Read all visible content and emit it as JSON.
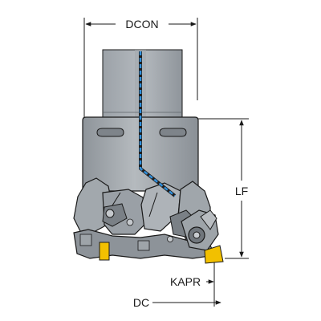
{
  "diagram": {
    "labels": {
      "dcon": "DCON",
      "lf": "LF",
      "kapr": "KAPR",
      "dc": "DC"
    },
    "colors": {
      "body_gray": "#a9aeb3",
      "body_dark": "#6f757b",
      "outline": "#1a1a1a",
      "coolant_blue": "#2f8fdc",
      "insert_yellow": "#f2c000",
      "dimension_line": "#1a1a1a"
    }
  }
}
